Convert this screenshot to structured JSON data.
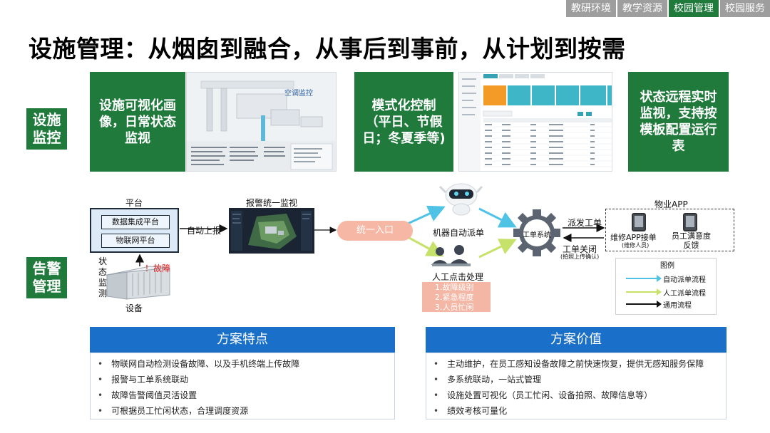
{
  "nav": {
    "tabs": [
      {
        "label": "教研环境",
        "active": false
      },
      {
        "label": "教学资源",
        "active": false
      },
      {
        "label": "校园管理",
        "active": true
      },
      {
        "label": "校园服务",
        "active": false
      }
    ]
  },
  "title": "设施管理：从烟囱到融合，从事后到事前，从计划到按需",
  "sections": {
    "monitoring": "设施\n监控",
    "alarm": "告警\n管理"
  },
  "top_row": {
    "card1": "设施可视化画像，日常状态监视",
    "screenshot1_title": "空调监控",
    "card2": "模式化控制（平日、节假日；冬夏季等)",
    "card3": "状态远程实时监视，支持按模板配置运行表"
  },
  "flow": {
    "platform_label": "平台",
    "platform_items": [
      "数据集成平台",
      "物联网平台"
    ],
    "auto_report": "自动上报",
    "alarm_monitor": "报警统一监视",
    "unified_entry": "统一入口",
    "state_monitor": "状态\n监测",
    "fault": "！故障",
    "device": "设备",
    "robot_dispatch": "机器自动派单",
    "manual_dispatch": "人工点击处理",
    "reasons": [
      "1.故障级别",
      "2.紧急程度",
      "3.人员忙闲"
    ],
    "work_system": "工单系统",
    "dispatch_order": "派发工单",
    "close_order": "工单关闭",
    "close_note": "(拍照上传确认)",
    "app_title": "物业APP",
    "app_repair": "维修APP接单",
    "app_repair_note": "(维修人员)",
    "app_feedback": "员工满意度\n反馈"
  },
  "legend": {
    "title": "图例",
    "items": [
      {
        "label": "自动派单流程",
        "color": "#4ec3e6"
      },
      {
        "label": "人工派单流程",
        "color": "#c6e26a"
      },
      {
        "label": "通用流程",
        "color": "#111111"
      }
    ]
  },
  "features": {
    "title": "方案特点",
    "items": [
      "物联网自动检测设备故障、以及手机终端上传故障",
      "报警与工单系统联动",
      "故障告警阈值灵活设置",
      "可根据员工忙闲状态，合理调度资源"
    ]
  },
  "value": {
    "title": "方案价值",
    "items": [
      "主动维护，在员工感知设备故障之前快速恢复，提供无感知服务保障",
      "多系统联动，一站式管理",
      "设施处置可视化（员工忙闲、设备拍照、故障信息等）",
      "绩效考核可量化"
    ]
  }
}
